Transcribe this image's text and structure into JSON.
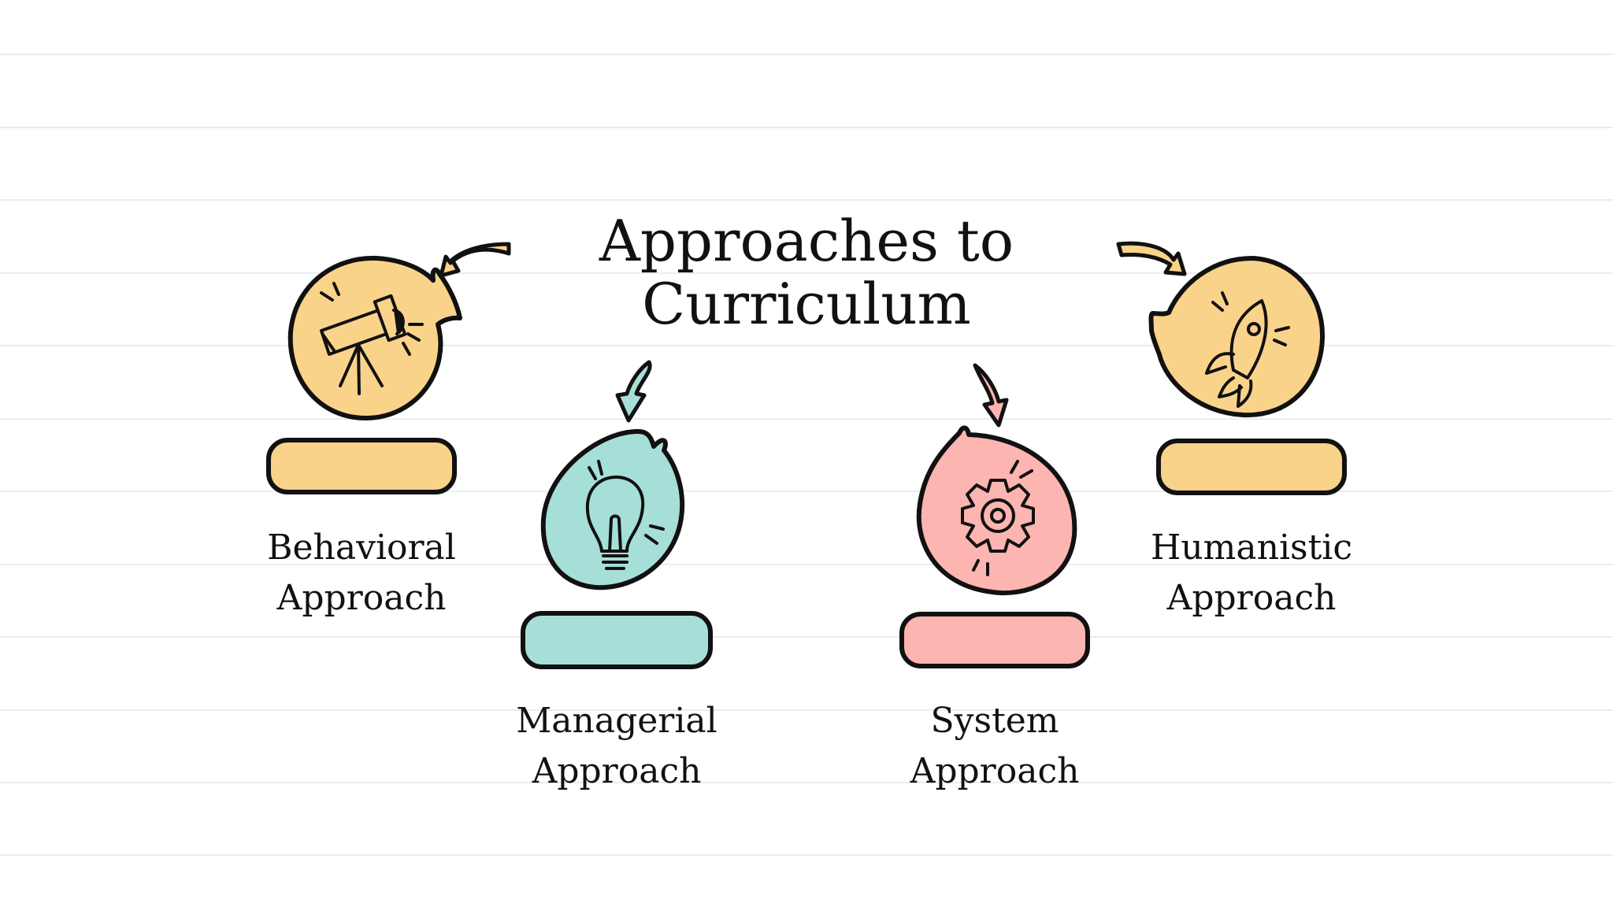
{
  "title": {
    "line1": "Approaches to",
    "line2": "Curriculum"
  },
  "colors": {
    "yellow": "#fad38a",
    "teal": "#a6dfd8",
    "pink": "#fdb5b1",
    "outline": "#111111",
    "rule": "#ececec"
  },
  "approaches": [
    {
      "line1": "Behavioral",
      "line2": "Approach",
      "color": "yellow",
      "icon": "telescope-icon"
    },
    {
      "line1": "Managerial",
      "line2": "Approach",
      "color": "teal",
      "icon": "lightbulb-icon"
    },
    {
      "line1": "System",
      "line2": "Approach",
      "color": "pink",
      "icon": "gear-icon"
    },
    {
      "line1": "Humanistic",
      "line2": "Approach",
      "color": "yellow",
      "icon": "rocket-icon"
    }
  ]
}
